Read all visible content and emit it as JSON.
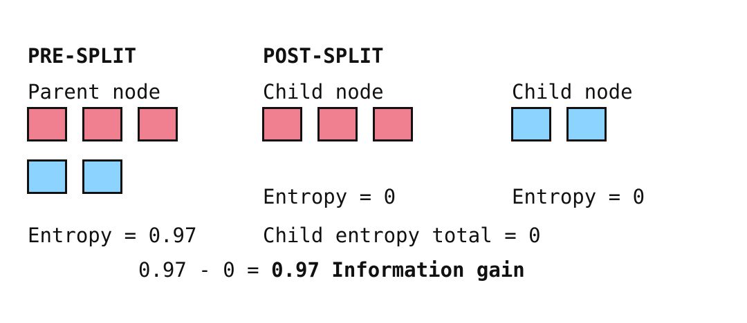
{
  "colors": {
    "red": "#f07f8f",
    "blue": "#8dd3ff",
    "outline": "#111111"
  },
  "pre_split": {
    "heading": "PRE-SPLIT",
    "node_label": "Parent node",
    "squares": [
      "red",
      "red",
      "red",
      "blue",
      "blue"
    ],
    "entropy": "Entropy = 0.97"
  },
  "post_split": {
    "heading": "POST-SPLIT",
    "left_child": {
      "label": "Child node",
      "squares": [
        "red",
        "red",
        "red"
      ],
      "entropy": "Entropy = 0"
    },
    "right_child": {
      "label": "Child node",
      "squares": [
        "blue",
        "blue"
      ],
      "entropy": "Entropy = 0"
    },
    "total": "Child entropy total = 0"
  },
  "result": {
    "equation": "0.97 - 0 = ",
    "gain": "0.97 Information gain"
  }
}
